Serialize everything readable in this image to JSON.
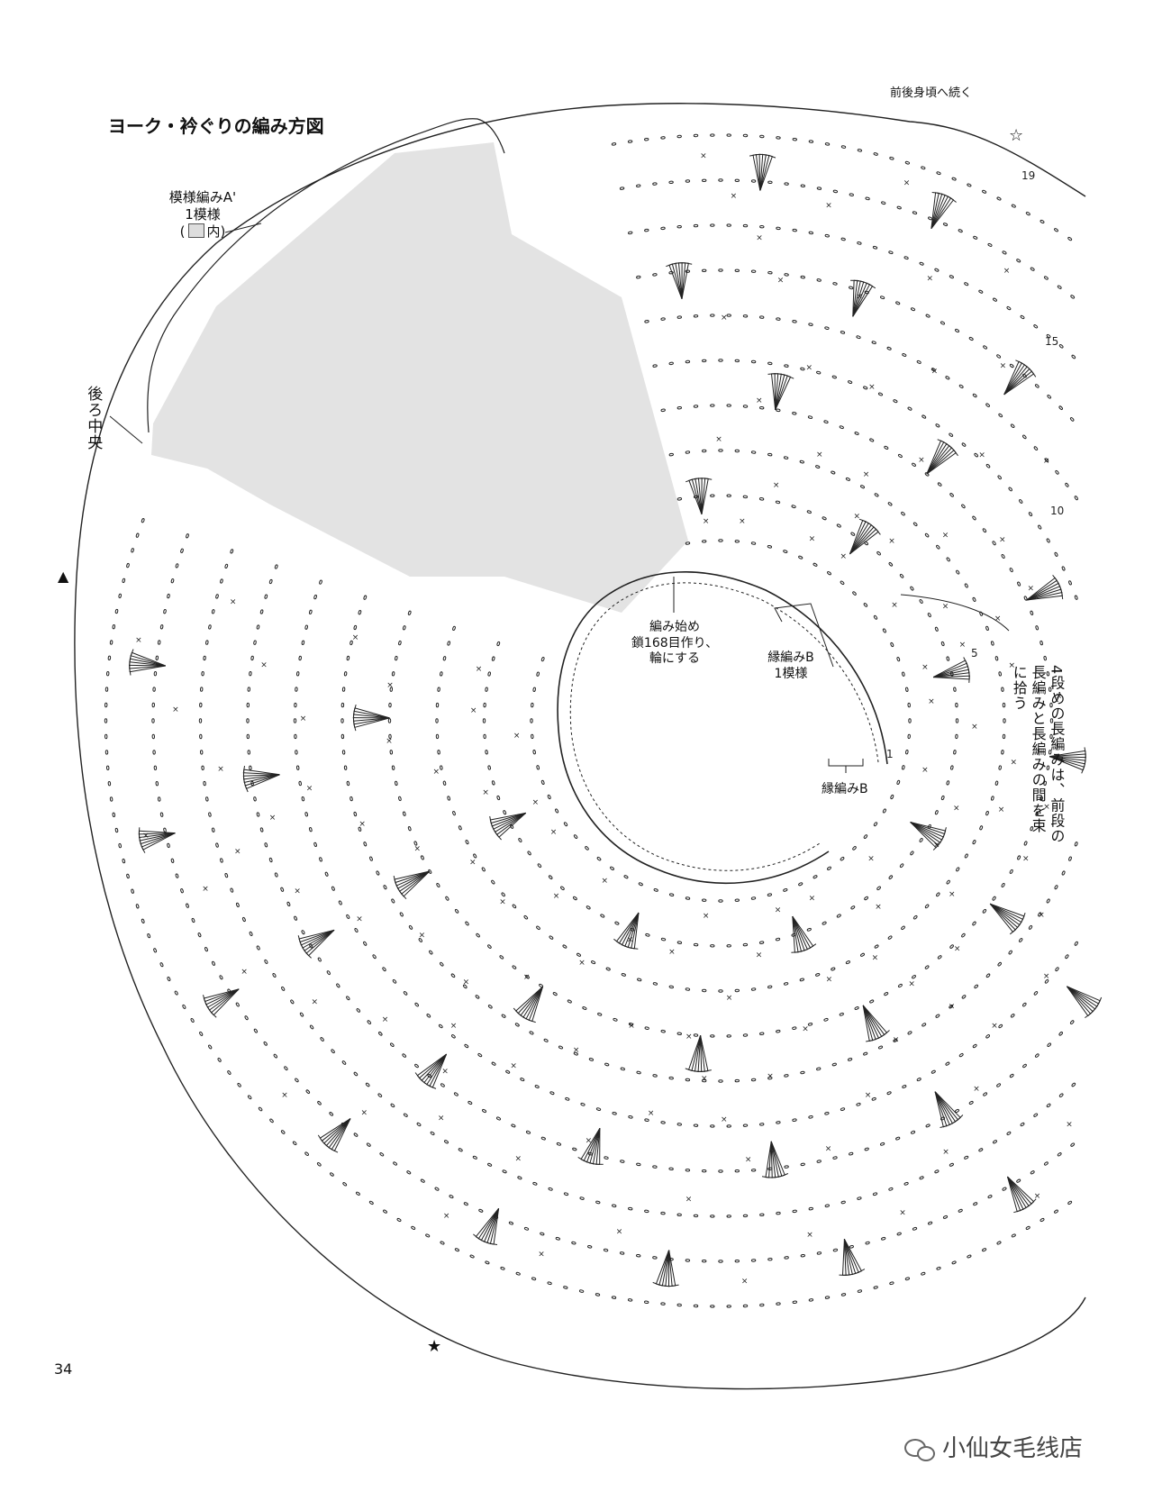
{
  "title": "ヨーク・衿ぐりの編み方図",
  "labels": {
    "continue_front_back": "前後身頃へ続く",
    "pattern_a_name": "模様編みA'",
    "pattern_a_repeat": "1模様",
    "pattern_a_paren_open": "(",
    "pattern_a_paren_close": "内)",
    "back_center": "後ろ中央",
    "start_line1": "編み始め",
    "start_line2": "鎖168目作り、",
    "start_line3": "輪にする",
    "edging_b_repeat_line1": "縁編みB",
    "edging_b_repeat_line2": "1模様",
    "edging_b": "縁編みB",
    "note_row4": "4段めの長編みは、前段の長編みと長編みの間を束に拾う"
  },
  "row_numbers": [
    "19",
    "15",
    "10",
    "5",
    "1"
  ],
  "markers": {
    "star_outline": "☆",
    "star_filled": "★",
    "triangle": "▲"
  },
  "page_number": "34",
  "watermark": "小仙女毛线店",
  "colors": {
    "shade": "#e3e3e3",
    "ink": "#222222"
  }
}
